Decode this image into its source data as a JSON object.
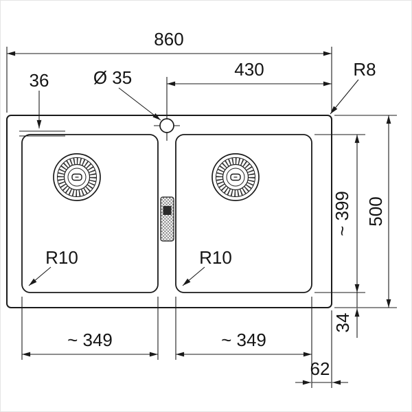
{
  "drawing": {
    "colors": {
      "line": "#1a1a1a",
      "background": "#ffffff"
    },
    "dims": {
      "overall_width": "860",
      "center_to_edge": "430",
      "outer_corner_radius": "R8",
      "edge_to_tap": "36",
      "tap_hole_diameter": "Ø 35",
      "bowl_length": "~ 399",
      "overall_depth": "500",
      "bowl_to_edge_bottom": "34",
      "bowl_corner_radius_left": "R10",
      "bowl_corner_radius_right": "R10",
      "bowl_width_left": "~ 349",
      "bowl_width_right": "~ 349",
      "bowl_to_edge_right": "62"
    }
  }
}
